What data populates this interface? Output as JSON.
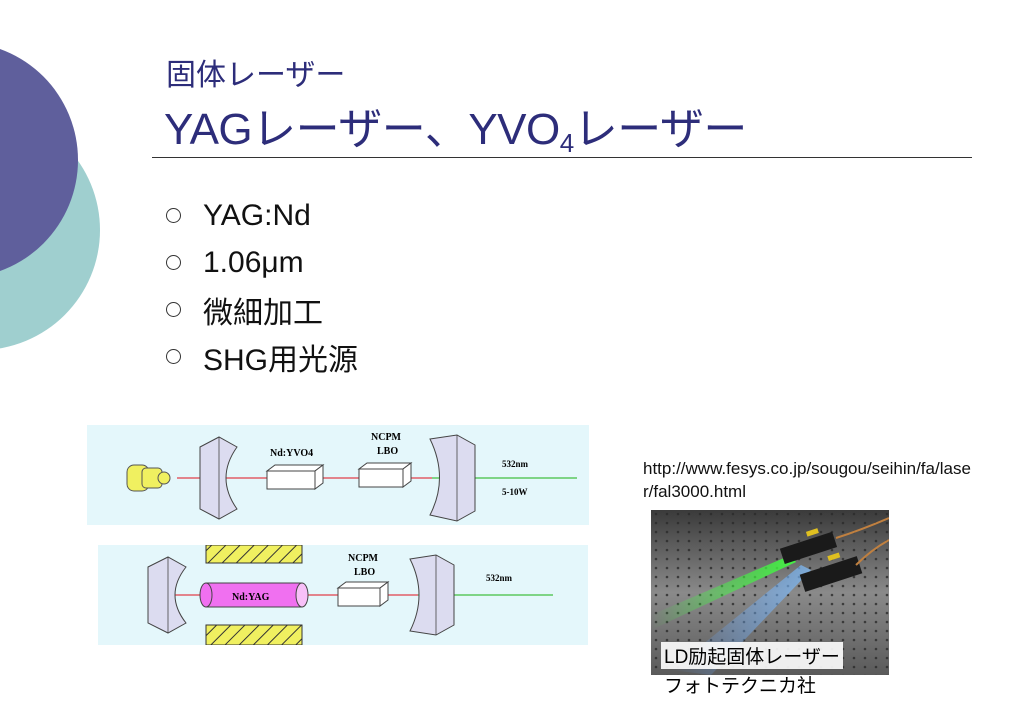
{
  "slide": {
    "subtitle": "固体レーザー",
    "title_part1": "YAGレーザー、YVO",
    "title_sub": "4",
    "title_part2": "レーザー",
    "bullets": [
      "YAG:Nd",
      "1.06μm",
      "微細加工",
      "SHG用光源"
    ],
    "url": "http://www.fesys.co.jp/sougou/seihin/fa/laser/fal3000.html",
    "caption1": "LD励起固体レーザー",
    "caption2": "フォトテクニカ社"
  },
  "diagram1": {
    "crystal_label": "Nd:YVO4",
    "lbo_label1": "NCPM",
    "lbo_label2": "LBO",
    "wavelength": "532nm",
    "power": "5-10W"
  },
  "diagram2": {
    "crystal_label": "Nd:YAG",
    "lbo_label1": "NCPM",
    "lbo_label2": "LBO",
    "wavelength": "532nm"
  },
  "colors": {
    "title": "#2d2d7a",
    "deco_purple": "#5f5f9c",
    "deco_teal": "#9fcfcf",
    "diagram_bg": "#e4f7fb",
    "mirror_fill": "#dcdcf0",
    "yag_rod": "#f070f0",
    "pump": "#f0f060",
    "red_beam": "#e0404a",
    "green_beam": "#40c040"
  },
  "icons": [
    "bullet-circle-icon",
    "laser-diode-icon",
    "mirror-icon",
    "crystal-icon"
  ]
}
